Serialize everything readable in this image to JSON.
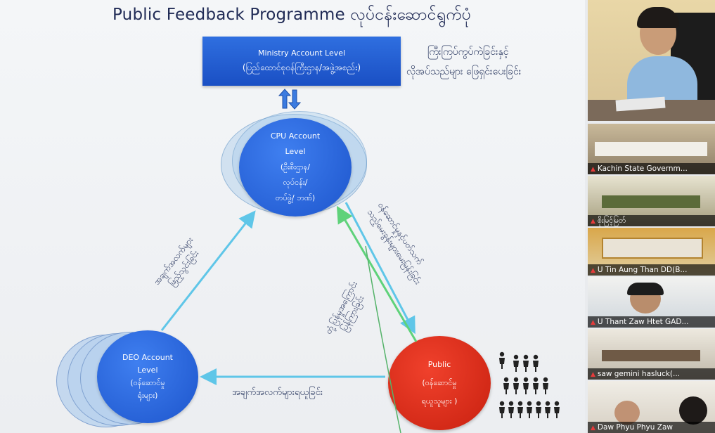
{
  "slide": {
    "title": "Public Feedback Programme လုပ်ငန်းဆောင်ရွက်ပုံ",
    "ministry": {
      "line1": "Ministry Account Level",
      "line2": "(ပြည်ထောင်စုဝန်ကြီးဌာန/အဖွဲ့အစည်း)"
    },
    "ministry_note": {
      "line1": "ကြီးကြပ်ကွပ်ကဲခြင်းနှင့်",
      "line2": "လိုအပ်သည်များ ဖြေရှင်းပေးခြင်း"
    },
    "cpu": {
      "line1": "CPU Account",
      "line2": "Level",
      "line3": "(ဦးစီးဌာန/",
      "line4": "လုပ်ငန်း/",
      "line5": "တပ်ဖွဲ့/ ဘဏ်)"
    },
    "deo": {
      "line1": "DEO Account",
      "line2": "Level",
      "line3": "(ဝန်ဆောင်မှု",
      "line4": "ရုံးများ)"
    },
    "public": {
      "line1": "Public",
      "line2": "(ဝန်ဆောင်မှု",
      "line3": "ရယူသူများ )"
    },
    "left_arrow_label": {
      "line1": "အချက်အလက်များ",
      "line2": "ဖြည့်သွင်းခြင်း"
    },
    "right_arrow_label": {
      "line1": "ဝန်ဆောင်မှုနှင့်ပတ်သက်",
      "line2": "သည့်မေးခွန်းများမေးမြန်းခြင်း"
    },
    "green_arrow_label": {
      "line1": "တုံ့ပြန်မှုအကြောင်း",
      "line2": "ပြန်ကြားခြင်း"
    },
    "bottom_arrow_label": "အချက်အလက်များရယူခြင်း"
  },
  "participants": [
    {
      "name": ""
    },
    {
      "name": "Kachin State Governm..."
    },
    {
      "name": "စိုးမြင့်မြတ်"
    },
    {
      "name": "U Tin Aung Than DD(B..."
    },
    {
      "name": "U Thant Zaw Htet GAD..."
    },
    {
      "name": "saw gemini hasluck(..."
    },
    {
      "name": "Daw Phyu Phyu Zaw"
    }
  ],
  "colors": {
    "title": "#1f2a55",
    "blue_circle": "#1d55cc",
    "red_circle": "#d8301a",
    "arrow_cyan": "#5fc6e8",
    "arrow_green": "#5fd27a",
    "arrow_blue": "#2c6fd8"
  }
}
